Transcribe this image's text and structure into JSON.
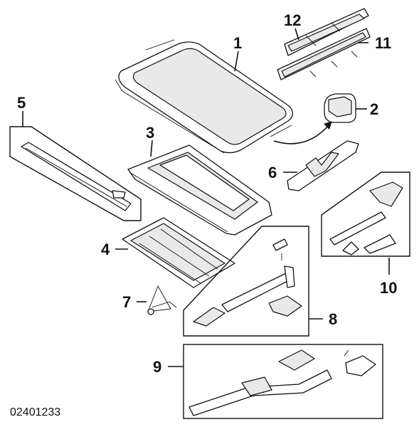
{
  "callouts": {
    "c1": "1",
    "c2": "2",
    "c3": "3",
    "c4": "4",
    "c5": "5",
    "c6": "6",
    "c7": "7",
    "c8": "8",
    "c9": "9",
    "c10": "10",
    "c11": "11",
    "c12": "12"
  },
  "document_number": "02401233"
}
